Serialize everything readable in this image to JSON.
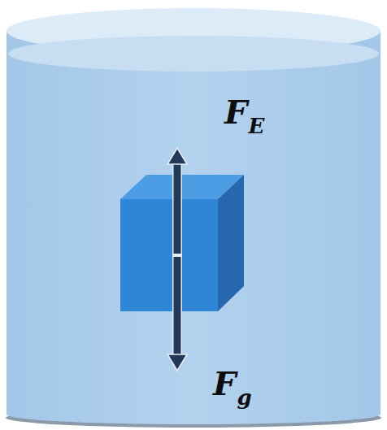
{
  "diagram": {
    "labels": [
      "F",
      "E",
      "F",
      "g"
    ]
  }
}
